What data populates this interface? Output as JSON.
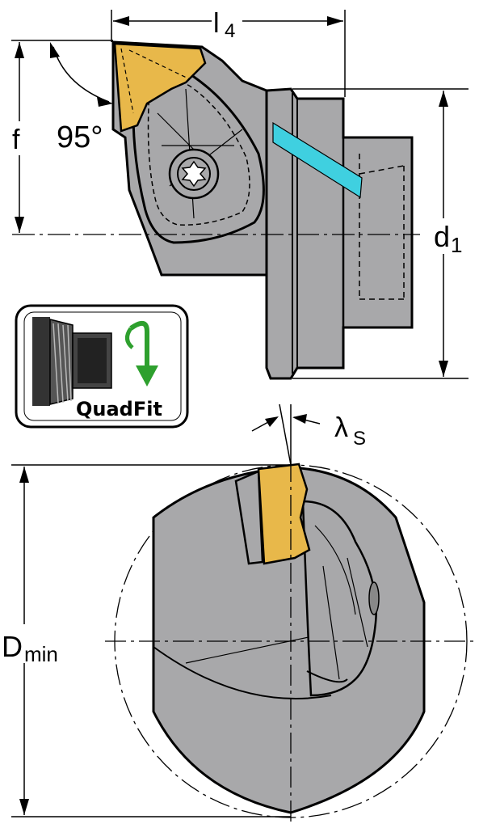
{
  "labels": {
    "l4_main": "l",
    "l4_sub": "4",
    "f": "f",
    "angle": "95°",
    "d1_main": "d",
    "d1_sub": "1",
    "lambda_main": "λ",
    "lambda_sub": "S",
    "dmin_main": "D",
    "dmin_sub": "min"
  },
  "badge": {
    "text": "QuadFit",
    "arrow_color": "#2ea02e"
  },
  "colors": {
    "body": "#a8a8aa",
    "body_dark": "#8e8e90",
    "insert": "#e8b84a",
    "coolant": "#3fd0e0",
    "line": "#000000"
  }
}
